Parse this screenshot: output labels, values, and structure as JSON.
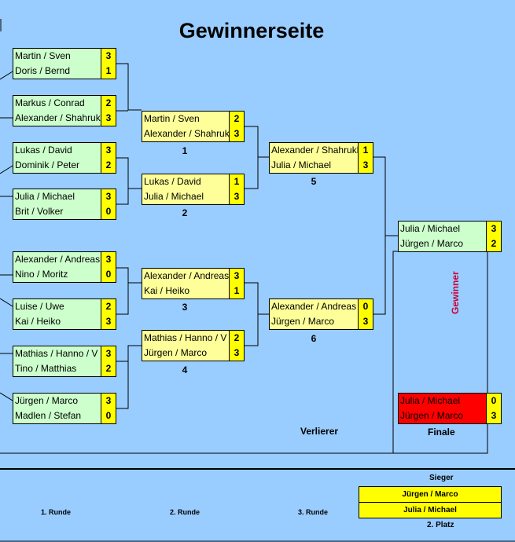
{
  "title": "Gewinnerseite",
  "round1": [
    {
      "a": {
        "name": "Martin / Sven",
        "score": "3"
      },
      "b": {
        "name": "Doris / Bernd",
        "score": "1"
      }
    },
    {
      "a": {
        "name": "Markus / Conrad",
        "score": "2"
      },
      "b": {
        "name": "Alexander / Shahrukh",
        "score": "3"
      }
    },
    {
      "a": {
        "name": "Lukas / David",
        "score": "3"
      },
      "b": {
        "name": "Dominik / Peter",
        "score": "2"
      }
    },
    {
      "a": {
        "name": "Julia / Michael",
        "score": "3"
      },
      "b": {
        "name": "Brit / Volker",
        "score": "0"
      }
    },
    {
      "a": {
        "name": "Alexander / Andreas",
        "score": "3"
      },
      "b": {
        "name": "Nino / Moritz",
        "score": "0"
      }
    },
    {
      "a": {
        "name": "Luise / Uwe",
        "score": "2"
      },
      "b": {
        "name": "Kai / Heiko",
        "score": "3"
      }
    },
    {
      "a": {
        "name": "Mathias / Hanno / V",
        "score": "3"
      },
      "b": {
        "name": "Tino / Matthias",
        "score": "2"
      }
    },
    {
      "a": {
        "name": "Jürgen / Marco",
        "score": "3"
      },
      "b": {
        "name": "Madlen / Stefan",
        "score": "0"
      }
    }
  ],
  "round2": [
    {
      "num": "1",
      "a": {
        "name": "Martin / Sven",
        "score": "2"
      },
      "b": {
        "name": "Alexander / Shahrukh",
        "score": "3"
      }
    },
    {
      "num": "2",
      "a": {
        "name": "Lukas / David",
        "score": "1"
      },
      "b": {
        "name": "Julia / Michael",
        "score": "3"
      }
    },
    {
      "num": "3",
      "a": {
        "name": "Alexander / Andreas",
        "score": "3"
      },
      "b": {
        "name": "Kai / Heiko",
        "score": "1"
      }
    },
    {
      "num": "4",
      "a": {
        "name": "Mathias / Hanno / V",
        "score": "2"
      },
      "b": {
        "name": "Jürgen / Marco",
        "score": "3"
      }
    }
  ],
  "round3": [
    {
      "num": "5",
      "a": {
        "name": "Alexander / Shahrukh",
        "score": "1"
      },
      "b": {
        "name": "Julia / Michael",
        "score": "3"
      }
    },
    {
      "num": "6",
      "a": {
        "name": "Alexander / Andreas",
        "score": "0"
      },
      "b": {
        "name": "Jürgen / Marco",
        "score": "3"
      }
    }
  ],
  "semifinal": {
    "a": {
      "name": "Julia / Michael",
      "score": "3"
    },
    "b": {
      "name": "Jürgen / Marco",
      "score": "2"
    }
  },
  "finale": {
    "label": "Finale",
    "a": {
      "name": "Julia / Michael",
      "score": "0"
    },
    "b": {
      "name": "Jürgen / Marco",
      "score": "3"
    }
  },
  "gewinner_label": "Gewinner",
  "verlierer_label": "Verlierer",
  "footer": {
    "round_labels": [
      "1. Runde",
      "2. Runde",
      "3. Runde"
    ],
    "sieger_label": "Sieger",
    "sieger": "Jürgen / Marco",
    "zweiter": "Julia / Michael",
    "zweiter_label": "2. Platz"
  }
}
